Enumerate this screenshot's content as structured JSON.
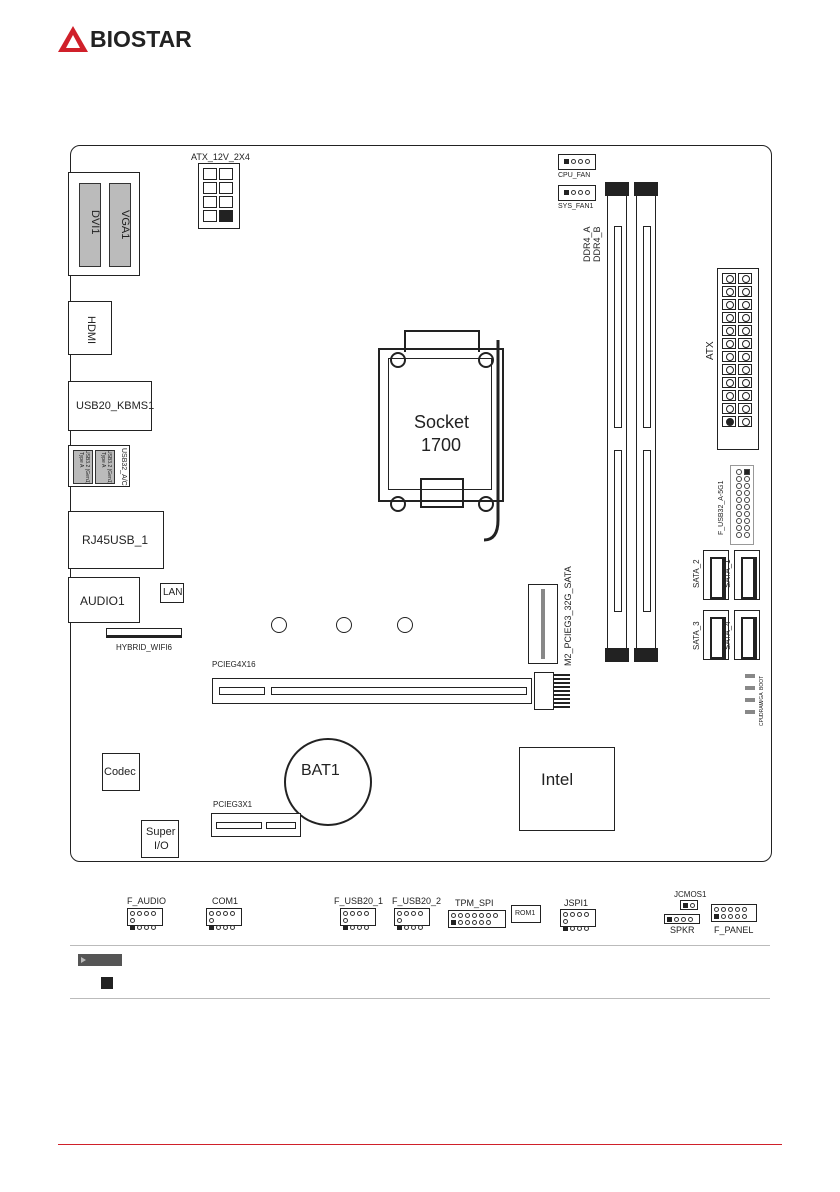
{
  "brand": {
    "name": "BIOSTAR",
    "color": "#d0202a"
  },
  "labels": {
    "atx12v": "ATX_12V_2X4",
    "cpu_fan": "CPU_FAN",
    "sys_fan": "SYS_FAN1",
    "ddr4a": "DDR4_A",
    "ddr4b": "DDR4_B",
    "atx": "ATX",
    "dvi": "DVI1",
    "vga": "VGA1",
    "hdmi": "HDMI",
    "usb20kbms": "USB20_KBMS1",
    "usb32": "USB32_A/C",
    "usb32_left": "USB3.2 (Gen1)",
    "usb32_left_sub": "Type A",
    "usb32_right": "USB3.2 (Gen1)",
    "usb32_right_sub": "Type A",
    "rj45": "RJ45USB_1",
    "audio1": "AUDIO1",
    "lan": "LAN",
    "wifi": "HYBRID_WIFI6",
    "socket": "Socket",
    "socket_num": "1700",
    "f_usb32": "F_USB32_A-5G1",
    "sata2": "SATA_2",
    "sata1": "SATA_1",
    "sata3": "SATA_3",
    "sata4": "SATA_4",
    "m2": "M2_PCIEG3_32G_SATA",
    "pcie16": "PCIEG4X16",
    "pcie1": "PCIEG3X1",
    "codec": "Codec",
    "bat": "BAT1",
    "intel": "Intel",
    "superio_1": "Super",
    "superio_2": "I/O",
    "f_audio": "F_AUDIO",
    "com1": "COM1",
    "f_usb20_1": "F_USB20_1",
    "f_usb20_2": "F_USB20_2",
    "tpm": "TPM_SPI",
    "rom1": "ROM1",
    "jspi1": "JSPI1",
    "jcmos1": "JCMOS1",
    "spkr": "SPKR",
    "f_panel": "F_PANEL",
    "led_cpu": "CPU",
    "led_dram": "DRAM",
    "led_vga": "VGA",
    "led_boot": "BOOT"
  },
  "note_bar_color": "#555555",
  "footer_line_color": "#d0202a"
}
